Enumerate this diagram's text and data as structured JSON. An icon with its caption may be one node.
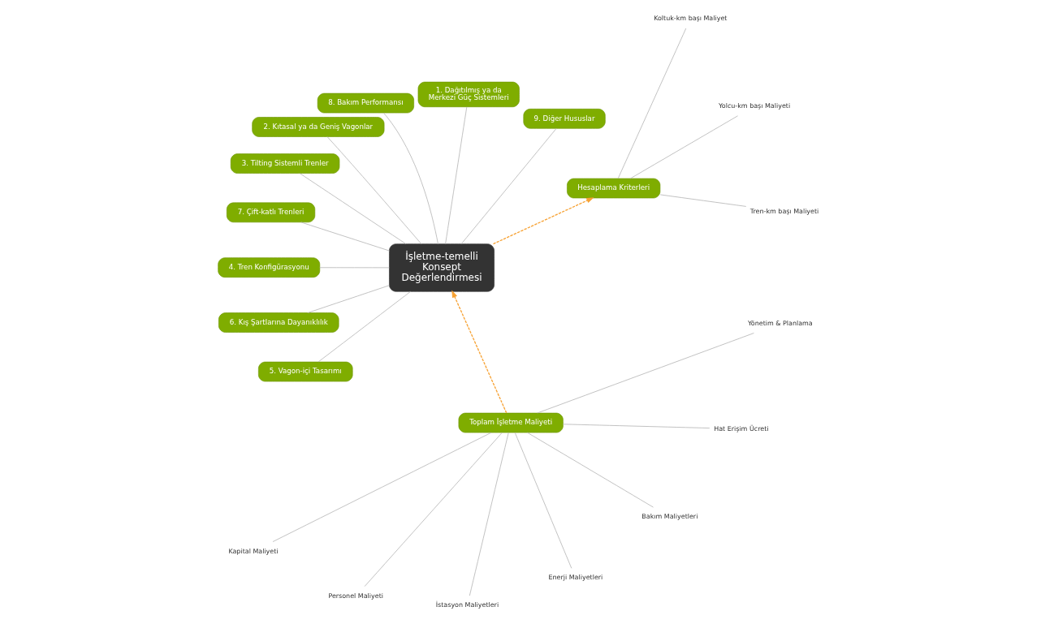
{
  "diagram": {
    "nodes": [
      {
        "text": [
          "Kapital Maliyeti"
        ]
      },
      {
        "text": [
          "Personel Maliyeti"
        ]
      },
      {
        "text": [
          "İstasyon Maliyetleri"
        ]
      },
      {
        "text": [
          "Enerji Maliyetleri"
        ]
      },
      {
        "text": [
          "Bakım Maliyetleri"
        ]
      },
      {
        "text": [
          "Hat Erişim Ücreti"
        ]
      },
      {
        "text": [
          "Yönetim & Planlama"
        ]
      },
      {
        "text": [
          "Toplam İşletme Maliyeti"
        ]
      },
      {
        "text": [
          "Hesaplama Kriterleri"
        ]
      },
      {
        "text": [
          "Tren-km başı Maliyeti"
        ]
      },
      {
        "text": [
          "Yolcu-km başı Maliyeti"
        ]
      },
      {
        "text": [
          "Koltuk-km başı Maliyet"
        ]
      },
      {
        "text": [
          "9. Diğer Hususlar"
        ]
      },
      {
        "text": [
          "1. Dağıtılmış ya da Merkezi Güç Sistemleri"
        ]
      },
      {
        "text": [
          "8. Bakım Performansı"
        ]
      },
      {
        "text": [
          "2. Kıtasal ya da Geniş Vagonlar"
        ]
      },
      {
        "text": [
          "İşletme-temelli Konsept Değerlendirmesi"
        ]
      },
      {
        "text": [
          "3. Tilting Sistemli Trenler"
        ]
      },
      {
        "text": [
          "7. Çift-katlı Trenleri"
        ]
      },
      {
        "text": [
          "4. Tren Konfigürasyonu"
        ]
      },
      {
        "text": [
          "6. Kış Şartlarına Dayanıklılık"
        ]
      },
      {
        "text": [
          "5. Vagon-içi Tasarımı"
        ]
      }
    ],
    "edges": [
      {
        "from": 7,
        "to": 16,
        "arrow": "to",
        "style": "dashed",
        "color": "#f7a234"
      },
      {
        "from": 16,
        "to": 8,
        "arrow": "to",
        "style": "dashed",
        "color": "#f7a234"
      },
      {
        "from": 16,
        "to": 13,
        "arrow": "none"
      },
      {
        "from": 16,
        "to": 15,
        "arrow": "none"
      },
      {
        "from": 16,
        "to": 17,
        "arrow": "none"
      },
      {
        "from": 16,
        "to": 19,
        "arrow": "none"
      },
      {
        "from": 16,
        "to": 21,
        "arrow": "none"
      },
      {
        "from": 16,
        "to": 20,
        "arrow": "none"
      },
      {
        "from": 16,
        "to": 18,
        "arrow": "none"
      },
      {
        "from": 16,
        "to": 14,
        "arrow": "none"
      },
      {
        "from": 16,
        "to": 12,
        "arrow": "none"
      },
      {
        "from": 7,
        "to": 0,
        "arrow": "none"
      },
      {
        "from": 7,
        "to": 1,
        "arrow": "none"
      },
      {
        "from": 7,
        "to": 2,
        "arrow": "none"
      },
      {
        "from": 7,
        "to": 3,
        "arrow": "none"
      },
      {
        "from": 7,
        "to": 4,
        "arrow": "none"
      },
      {
        "from": 7,
        "to": 5,
        "arrow": "none"
      },
      {
        "from": 7,
        "to": 6,
        "arrow": "none"
      },
      {
        "from": 8,
        "to": 9,
        "arrow": "none"
      },
      {
        "from": 8,
        "to": 10,
        "arrow": "none"
      },
      {
        "from": 8,
        "to": 11,
        "arrow": "none"
      }
    ]
  }
}
